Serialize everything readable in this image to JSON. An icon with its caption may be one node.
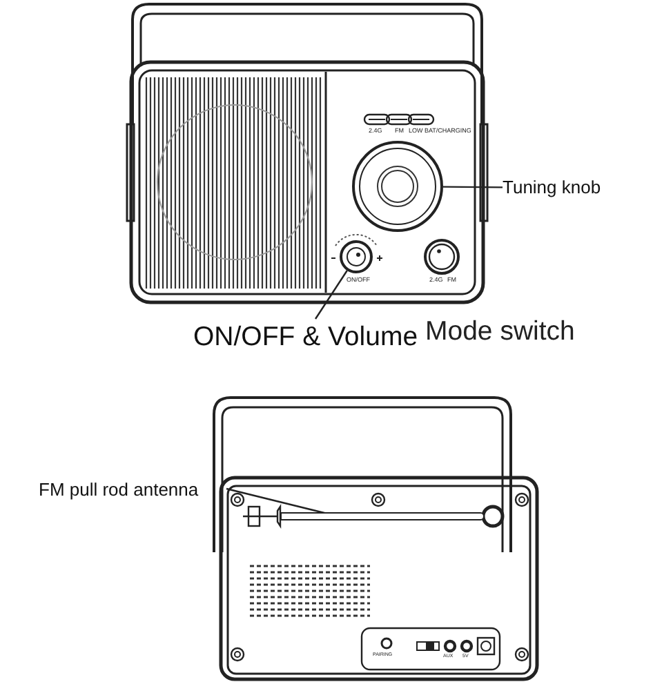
{
  "diagram": {
    "nodes": [
      {
        "text": [
          "Tuning knob"
        ]
      },
      {
        "text": [],
        "shape": "circle"
      },
      {
        "text": [
          "ON/OFF & Volume"
        ]
      },
      {
        "text": [],
        "shape": "circle"
      },
      {
        "text": [
          "FM pull rod antenna"
        ]
      },
      {
        "text": [],
        "shape": "bar"
      }
    ],
    "edges": [
      {
        "from": 0,
        "to": 1,
        "arrow": "none"
      },
      {
        "from": 2,
        "to": 3,
        "arrow": "none"
      },
      {
        "from": 4,
        "to": 5,
        "arrow": "none"
      }
    ],
    "labels": [
      "2.4G",
      "FM",
      "LOW BAT/CHARGING",
      "ON/OFF",
      "2.4G",
      "FM",
      "Mode switch",
      "PAIRING",
      "AUX",
      "5V"
    ]
  }
}
